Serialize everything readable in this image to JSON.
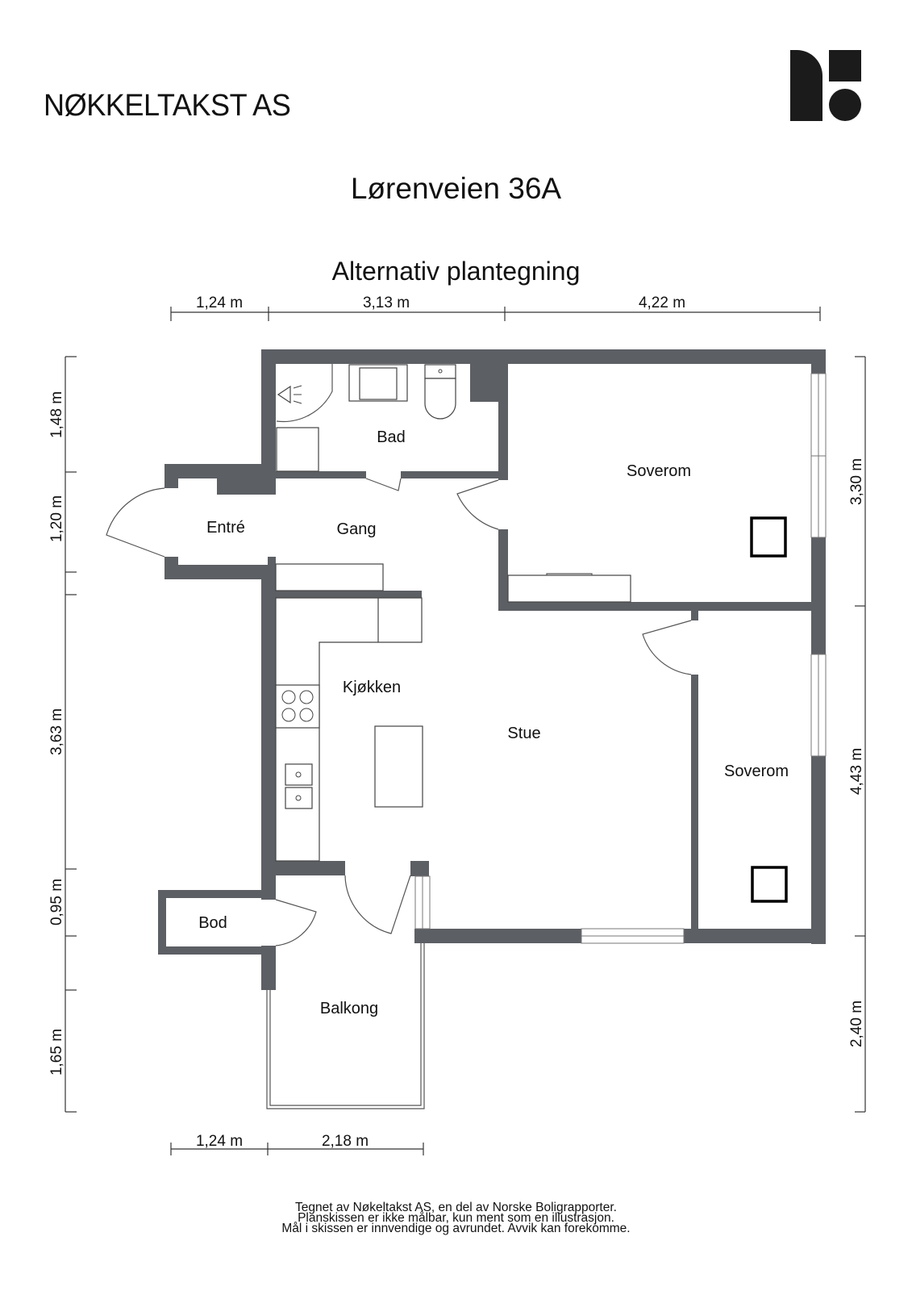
{
  "header": {
    "company": "NØKKELTAKST AS",
    "address": "Lørenveien 36A",
    "subtitle": "Alternativ plantegning",
    "logo_icon": "nokkeltakst-logo-icon"
  },
  "dimensions": {
    "top": [
      "1,24 m",
      "3,13 m",
      "4,22 m"
    ],
    "bottom": [
      "1,24 m",
      "2,18 m"
    ],
    "left": [
      "1,48 m",
      "1,20 m",
      "3,63 m",
      "0,95 m",
      "1,65 m"
    ],
    "right": [
      "3,30 m",
      "4,43 m",
      "2,40 m"
    ]
  },
  "rooms": {
    "bad": "Bad",
    "entre": "Entré",
    "gang": "Gang",
    "soverom_1": "Soverom",
    "kjokken": "Kjøkken",
    "stue": "Stue",
    "soverom_2": "Soverom",
    "bod": "Bod",
    "balkong": "Balkong"
  },
  "colors": {
    "wall": "#5c5f64",
    "text": "#111111",
    "background": "#ffffff"
  },
  "footer": {
    "line1": "Tegnet av Nøkeltakst AS, en del av Norske Boligrapporter.",
    "line2": "Planskissen er ikke målbar, kun ment som en illustrasjon.",
    "line3": "Mål i skissen er innvendige og avrundet. Avvik kan forekomme."
  }
}
